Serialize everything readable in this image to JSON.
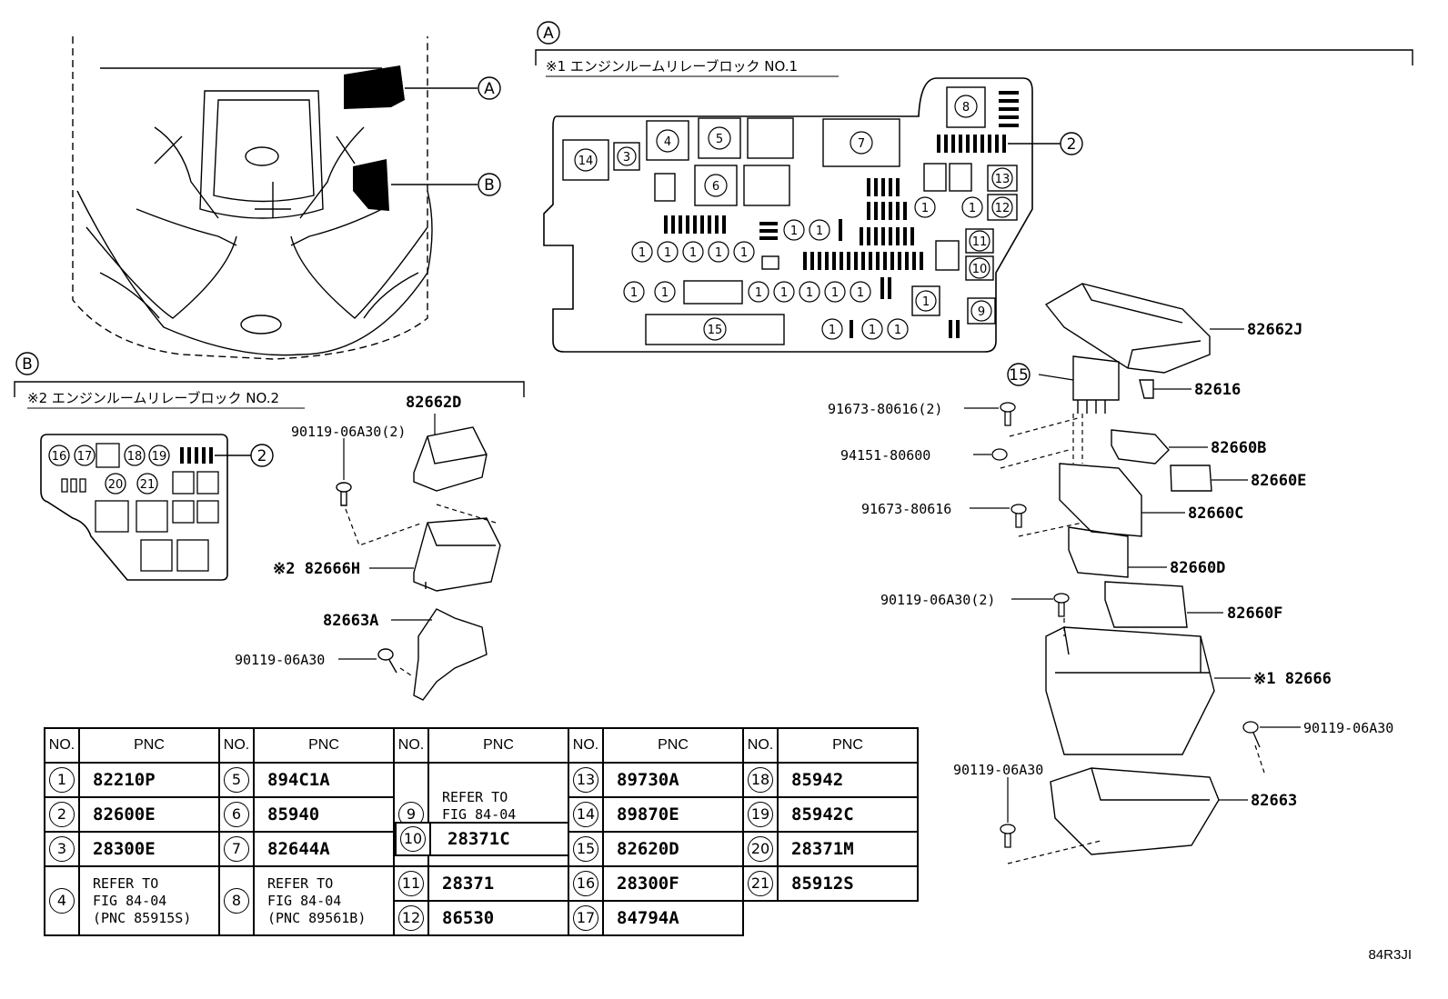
{
  "callouts": {
    "A": "A",
    "B": "B"
  },
  "blockA": {
    "title": "※1 エンジンルームリレーブロック NO.1",
    "cells": [
      "14",
      "3",
      "4",
      "5",
      "6",
      "7",
      "8",
      "13",
      "12",
      "11",
      "10",
      "9",
      "15",
      "1",
      "2"
    ]
  },
  "blockB": {
    "title": "※2 エンジンルームリレーブロック NO.2",
    "cells": [
      "16",
      "17",
      "18",
      "19",
      "20",
      "21",
      "2"
    ]
  },
  "parts": {
    "p82662J": "82662J",
    "p82616": "82616",
    "p91673_2": "91673-80616(2)",
    "p94151": "94151-80600",
    "p82660B": "82660B",
    "p82660E": "82660E",
    "p91673": "91673-80616",
    "p82660C": "82660C",
    "p82660D": "82660D",
    "p90119_2a": "90119-06A30(2)",
    "p82660F": "82660F",
    "p82666": "※1 82666",
    "p90119_r": "90119-06A30",
    "p90119_l": "90119-06A30",
    "p82663": "82663",
    "p82662D": "82662D",
    "p90119_2b": "90119-06A30(2)",
    "p82666H": "※2 82666H",
    "p82663A": "82663A",
    "p90119_b": "90119-06A30",
    "c15": "15"
  },
  "table": {
    "header_no": "NO.",
    "header_pnc": "PNC",
    "rows": [
      {
        "no": "1",
        "pnc": "82210P"
      },
      {
        "no": "2",
        "pnc": "82600E"
      },
      {
        "no": "3",
        "pnc": "28300E"
      },
      {
        "no": "4",
        "pnc": "REFER TO\nFIG 84-04\n(PNC 85915S)"
      },
      {
        "no": "5",
        "pnc": "894C1A"
      },
      {
        "no": "6",
        "pnc": "85940"
      },
      {
        "no": "7",
        "pnc": "82644A"
      },
      {
        "no": "8",
        "pnc": "REFER TO\nFIG 84-04\n(PNC 89561B)"
      },
      {
        "no": "9",
        "pnc": "REFER TO\nFIG 84-04\n(PNC 89561E)"
      },
      {
        "no": "10",
        "pnc": "28371C"
      },
      {
        "no": "11",
        "pnc": "28371"
      },
      {
        "no": "12",
        "pnc": "86530"
      },
      {
        "no": "13",
        "pnc": "89730A"
      },
      {
        "no": "14",
        "pnc": "89870E"
      },
      {
        "no": "15",
        "pnc": "82620D"
      },
      {
        "no": "16",
        "pnc": "28300F"
      },
      {
        "no": "17",
        "pnc": "84794A"
      },
      {
        "no": "18",
        "pnc": "85942"
      },
      {
        "no": "19",
        "pnc": "85942C"
      },
      {
        "no": "20",
        "pnc": "28371M"
      },
      {
        "no": "21",
        "pnc": "85912S"
      }
    ]
  },
  "figure_code": "84R3JI"
}
